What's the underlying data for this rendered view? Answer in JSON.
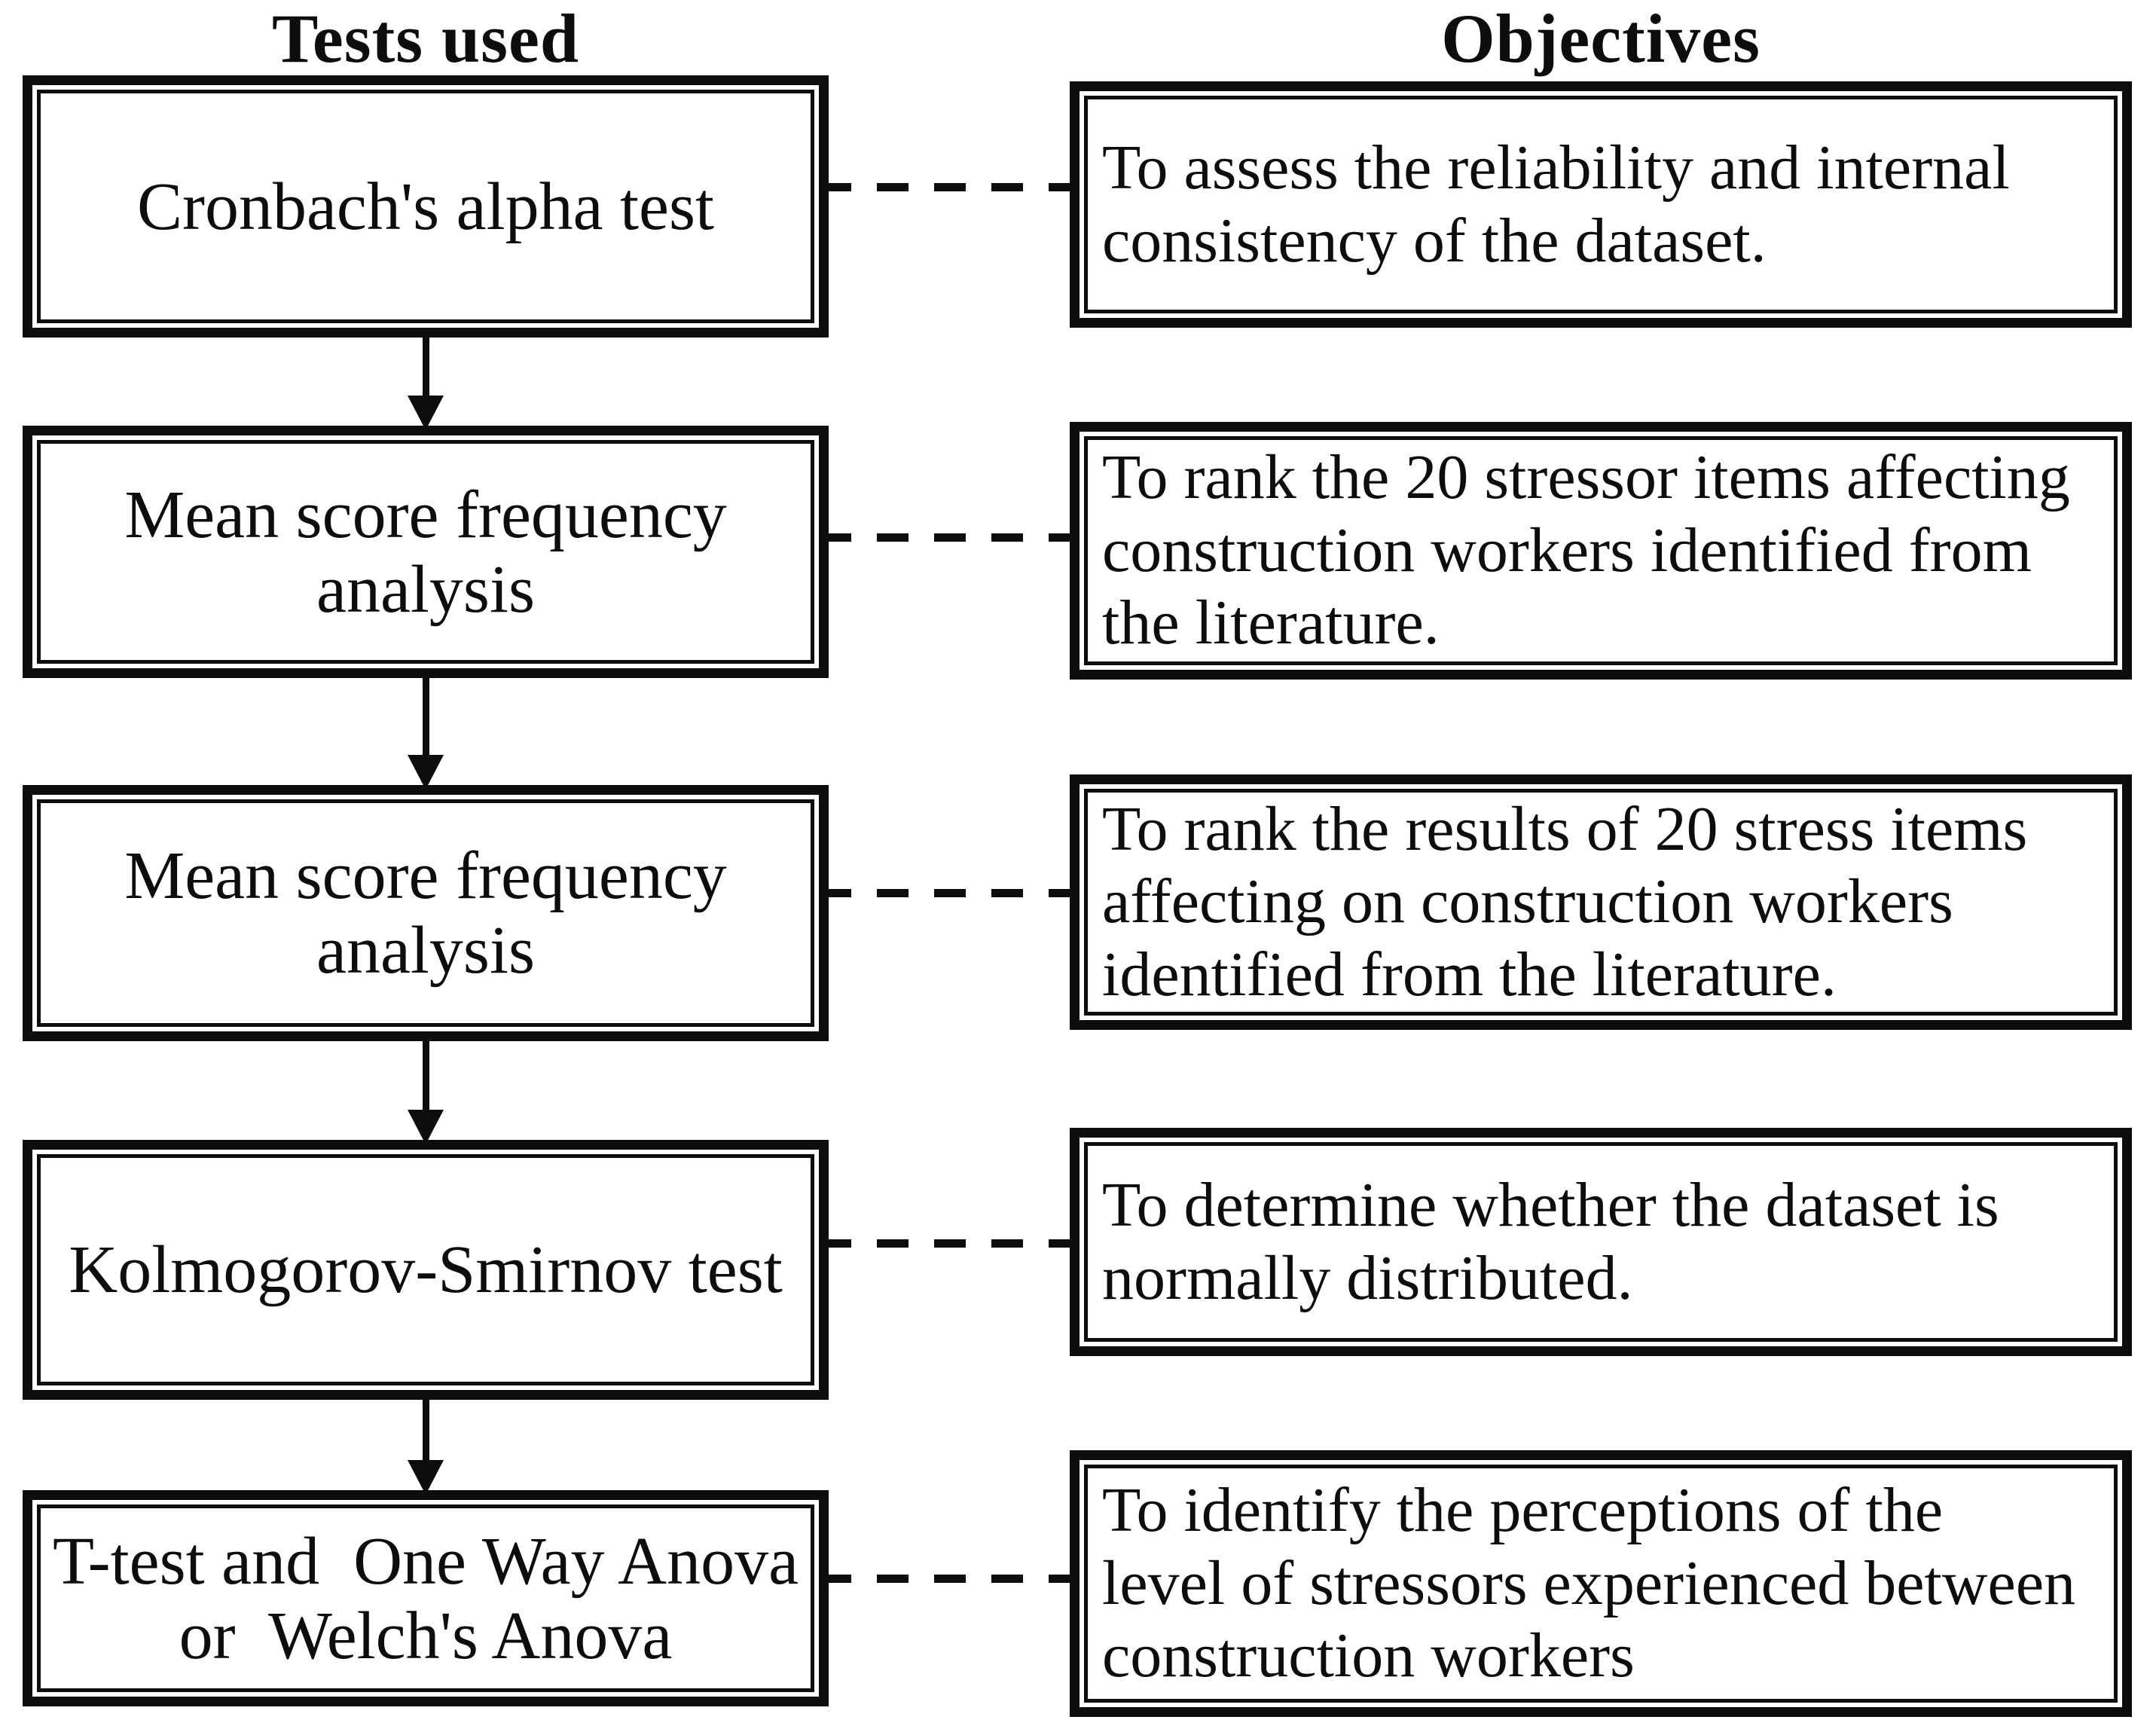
{
  "headers": {
    "left": "Tests used",
    "right": "Objectives"
  },
  "rows": [
    {
      "test": "Cronbach's alpha test",
      "objective": "To assess the reliability and internal\nconsistency of the dataset."
    },
    {
      "test": "Mean score frequency\nanalysis",
      "objective": "To rank the 20 stressor items affecting\nconstruction workers identified from\nthe literature."
    },
    {
      "test": "Mean score frequency\nanalysis",
      "objective": "To rank the results of 20 stress items\naffecting on construction workers\nidentified from the literature."
    },
    {
      "test": "Kolmogorov-Smirnov test",
      "objective": "To determine whether the dataset is\nnormally distributed."
    },
    {
      "test": "T-test and  One Way Anova\nor  Welch's Anova",
      "objective": "To identify the perceptions of the\nlevel of stressors experienced between\nconstruction workers"
    }
  ],
  "colors": {
    "ink": "#0d0d0d",
    "background": "#ffffff"
  }
}
